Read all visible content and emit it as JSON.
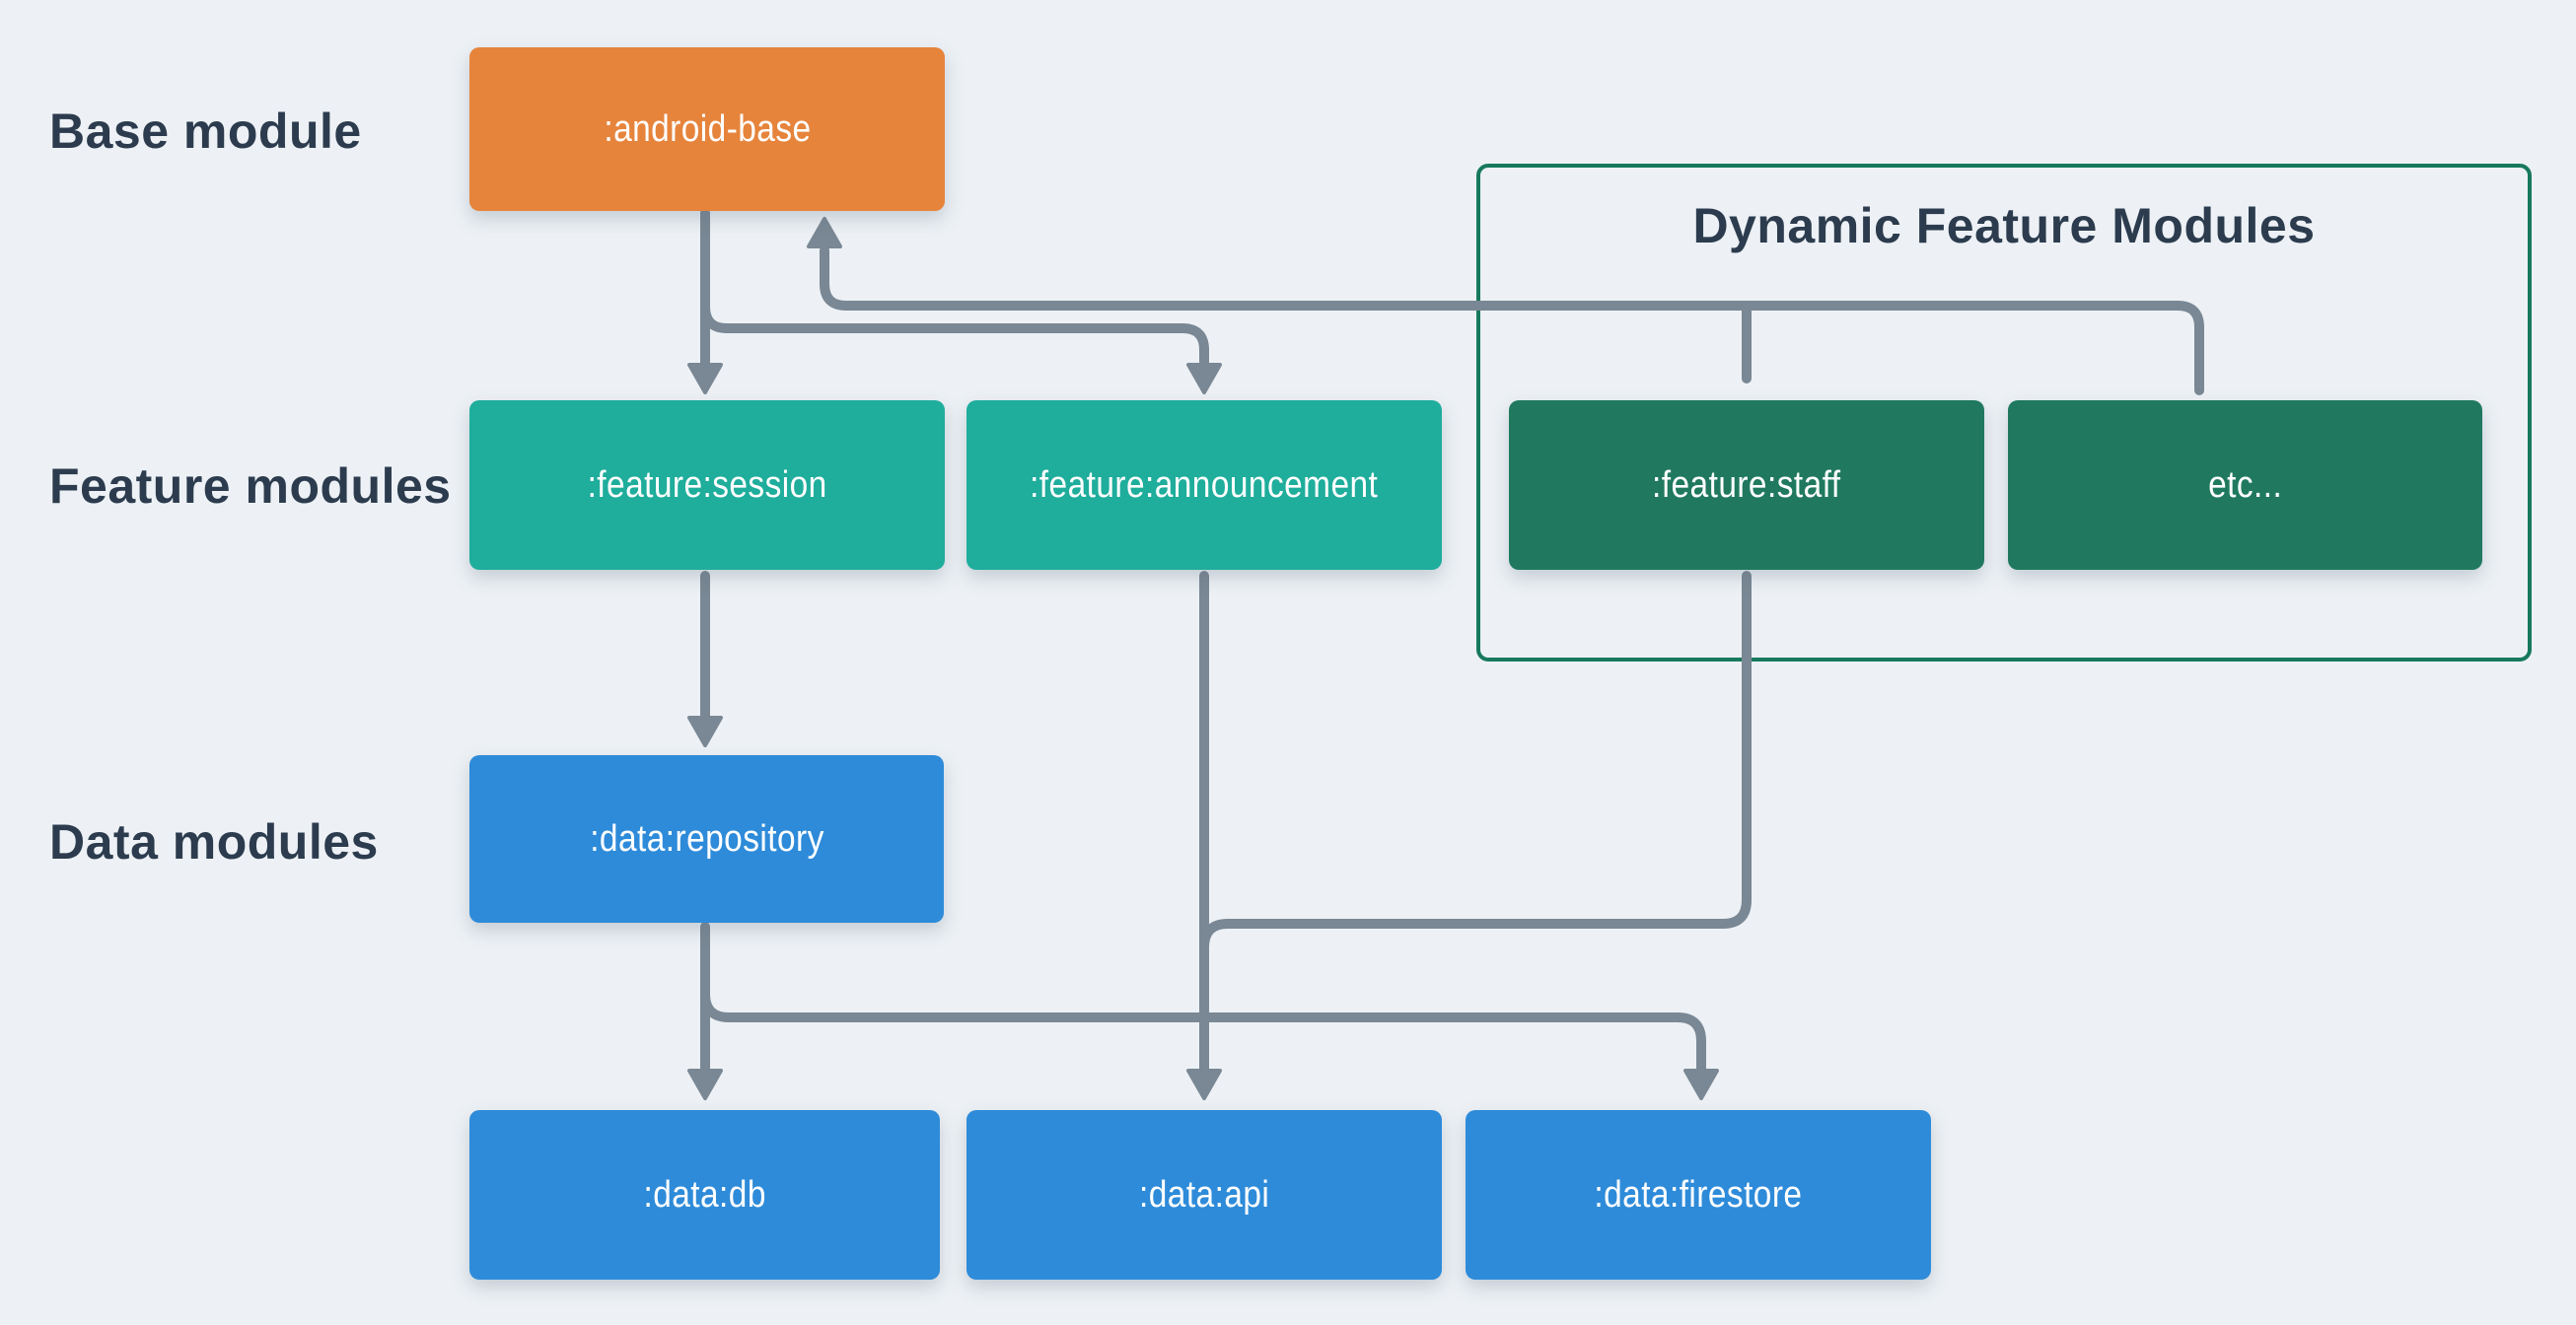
{
  "diagram": {
    "background_color": "#edf1f5",
    "line_color": "#7a8794",
    "label_color": "#2c3c4e",
    "row_labels": {
      "base": "Base module",
      "feature": "Feature modules",
      "data": "Data modules"
    },
    "dynamic_container": {
      "title": "Dynamic Feature Modules",
      "border_color": "#17795c"
    },
    "nodes": {
      "base": {
        "label": ":android-base",
        "color": "#e6843c"
      },
      "session": {
        "label": ":feature:session",
        "color": "#1fad9c"
      },
      "announcement": {
        "label": ":feature:announcement",
        "color": "#1fad9c"
      },
      "staff": {
        "label": ":feature:staff",
        "color": "#20795f"
      },
      "etc": {
        "label": "etc...",
        "color": "#20795f"
      },
      "repository": {
        "label": ":data:repository",
        "color": "#2e8bd9"
      },
      "db": {
        "label": ":data:db",
        "color": "#2e8bd9"
      },
      "api": {
        "label": ":data:api",
        "color": "#2e8bd9"
      },
      "firestore": {
        "label": ":data:firestore",
        "color": "#2e8bd9"
      }
    },
    "edges": [
      {
        "from": ":android-base",
        "to": ":feature:session"
      },
      {
        "from": ":android-base",
        "to": ":feature:announcement"
      },
      {
        "from": ":feature:staff",
        "to": ":android-base"
      },
      {
        "from": "etc...",
        "to": ":android-base"
      },
      {
        "from": ":feature:session",
        "to": ":data:repository"
      },
      {
        "from": ":feature:announcement",
        "to": ":data:api"
      },
      {
        "from": ":feature:staff",
        "to": ":data:api"
      },
      {
        "from": ":data:repository",
        "to": ":data:db"
      },
      {
        "from": ":data:repository",
        "to": ":data:firestore"
      }
    ]
  }
}
